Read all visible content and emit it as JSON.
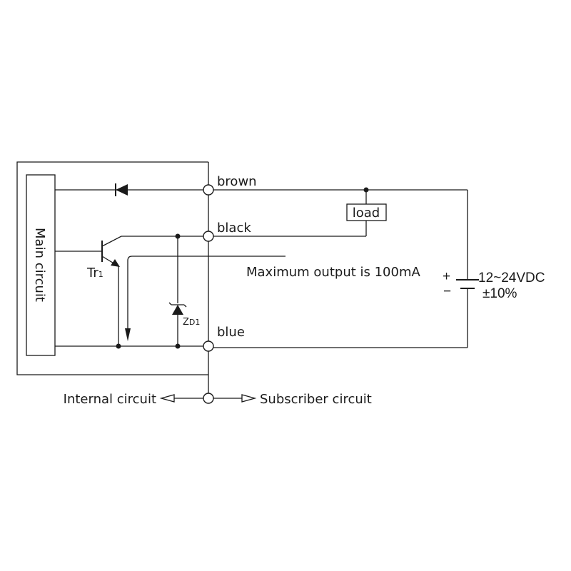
{
  "diagram": {
    "labels": {
      "main_circuit": "Main circuit",
      "brown": "brown",
      "black": "black",
      "blue": "blue",
      "load": "load",
      "transistor_prefix": "Tr",
      "transistor_index": "1",
      "zener_prefix": "Z",
      "zener_index": "D1",
      "max_output": "Maximum output is 100mA",
      "voltage": "12~24VDC",
      "tolerance": "±10%",
      "plus": "+",
      "minus": "−",
      "internal_circuit": "Internal circuit",
      "subscriber_circuit": "Subscriber circuit"
    }
  }
}
